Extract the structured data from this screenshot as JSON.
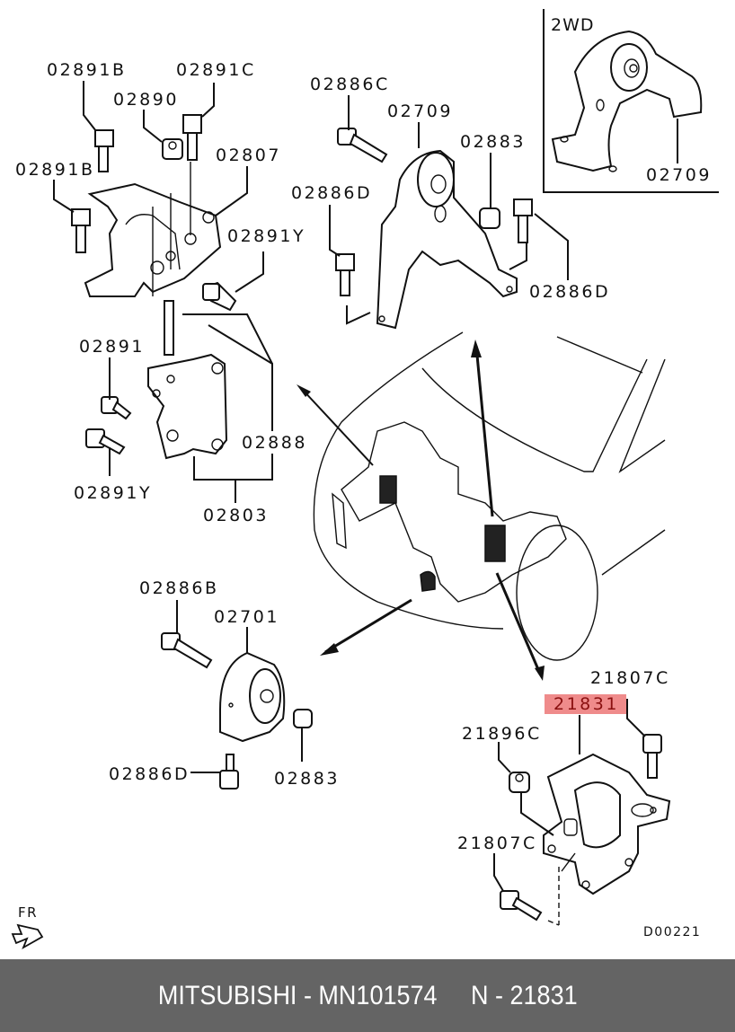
{
  "diagram": {
    "type": "parts-exploded-view",
    "subject": "Engine mount assembly",
    "inset_label": "2WD",
    "drawing_code": "D00221",
    "direction_marker": {
      "text": "FR",
      "icon": "front-arrow-icon"
    },
    "highlight_color": "#ef8b8b",
    "callouts": [
      {
        "id": "02891B-top",
        "text": "02891B"
      },
      {
        "id": "02891C",
        "text": "02891C"
      },
      {
        "id": "02890",
        "text": "02890"
      },
      {
        "id": "02807",
        "text": "02807"
      },
      {
        "id": "02891B-left",
        "text": "02891B"
      },
      {
        "id": "02891Y-top",
        "text": "02891Y"
      },
      {
        "id": "02891",
        "text": "02891"
      },
      {
        "id": "02888",
        "text": "02888"
      },
      {
        "id": "02891Y-bottom",
        "text": "02891Y"
      },
      {
        "id": "02803",
        "text": "02803"
      },
      {
        "id": "02886C",
        "text": "02886C"
      },
      {
        "id": "02709-main",
        "text": "02709"
      },
      {
        "id": "02883-top",
        "text": "02883"
      },
      {
        "id": "02886D-left",
        "text": "02886D"
      },
      {
        "id": "02886D-right",
        "text": "02886D"
      },
      {
        "id": "02709-inset",
        "text": "02709"
      },
      {
        "id": "02886B",
        "text": "02886B"
      },
      {
        "id": "02701",
        "text": "02701"
      },
      {
        "id": "02886D-bottom",
        "text": "02886D"
      },
      {
        "id": "02883-bottom",
        "text": "02883"
      },
      {
        "id": "21807C-top",
        "text": "21807C"
      },
      {
        "id": "21831",
        "text": "21831",
        "highlighted": true
      },
      {
        "id": "21896C",
        "text": "21896C"
      },
      {
        "id": "21807C-bottom",
        "text": "21807C"
      }
    ]
  },
  "footer": {
    "text": "MITSUBISHI - MN101574     N - 21831",
    "brand": "MITSUBISHI",
    "part_number": "MN101574",
    "ref": "N - 21831",
    "background": "#646464"
  }
}
